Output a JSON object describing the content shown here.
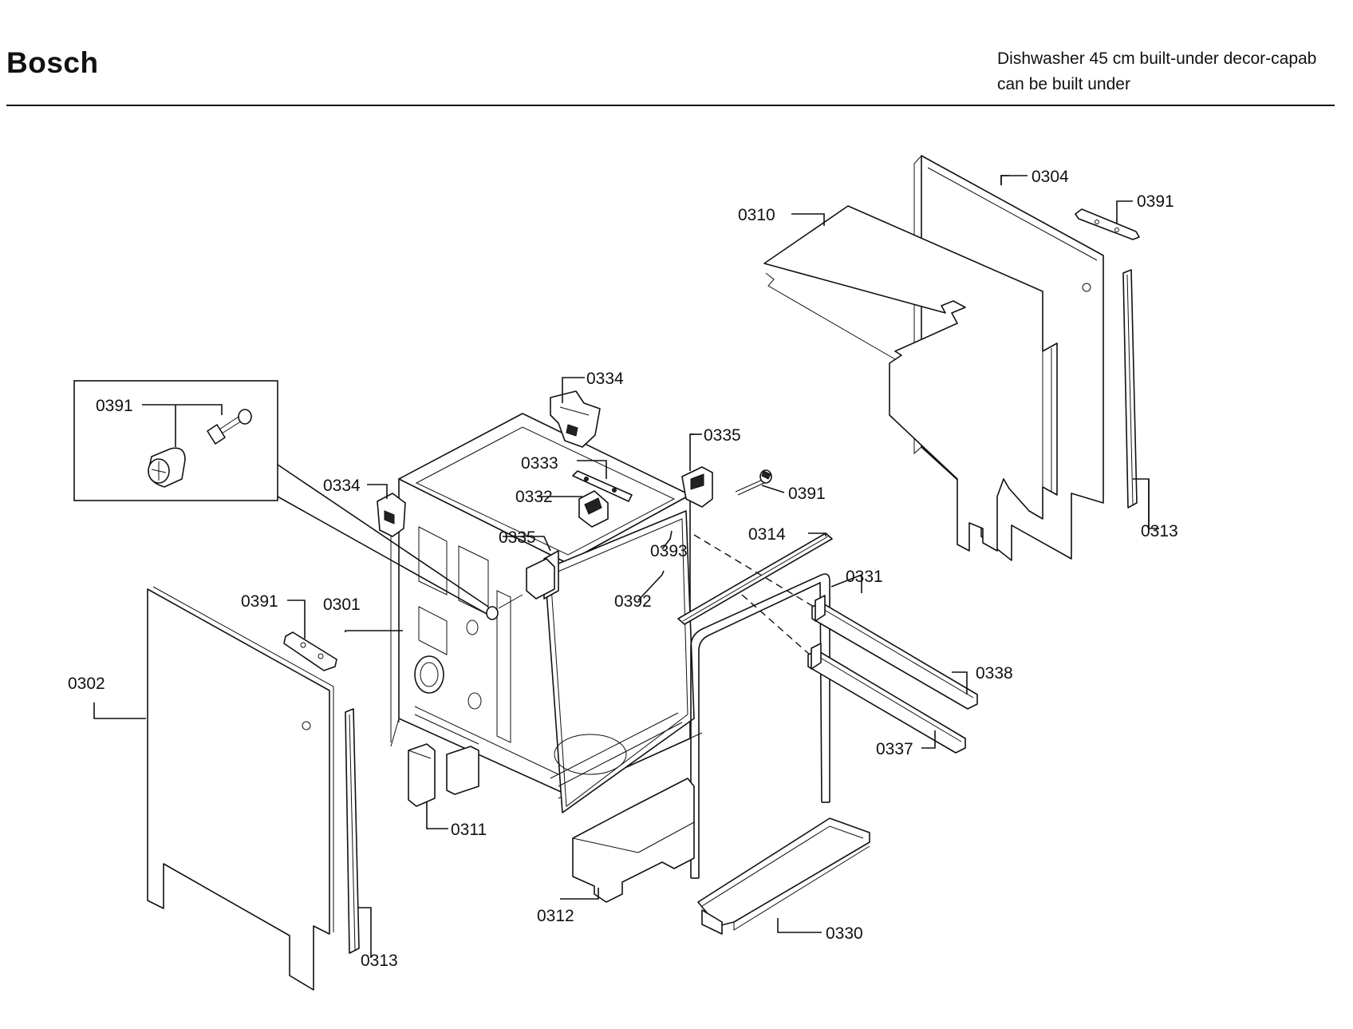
{
  "header": {
    "brand": "Bosch",
    "description_line1": "Dishwasher 45 cm built-under decor-capab",
    "description_line2": "can be built under"
  },
  "callouts": {
    "c0304": "0304",
    "c0391_top": "0391",
    "c0310": "0310",
    "c0313_right": "0313",
    "c0334_top": "0334",
    "c0391_inset": "0391",
    "c0335_top": "0335",
    "c0333": "0333",
    "c0334_left": "0334",
    "c0332": "0332",
    "c0391_mid": "0391",
    "c0314": "0314",
    "c0335_mid": "0335",
    "c0393": "0393",
    "c0331": "0331",
    "c0391_left": "0391",
    "c0301": "0301",
    "c0392": "0392",
    "c0338": "0338",
    "c0302": "0302",
    "c0337": "0337",
    "c0311": "0311",
    "c0312": "0312",
    "c0330": "0330",
    "c0313_left": "0313"
  }
}
